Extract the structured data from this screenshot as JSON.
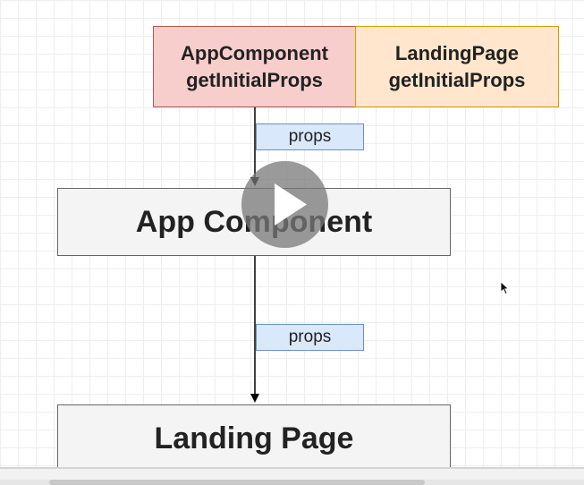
{
  "diagram": {
    "nodes": {
      "app_component_props": {
        "line1": "AppComponent",
        "line2": "getInitialProps"
      },
      "landing_page_props": {
        "line1": "LandingPage",
        "line2": "getInitialProps"
      },
      "app_component": "App Component",
      "landing_page": "Landing Page"
    },
    "edges": [
      {
        "from": "app_component_props",
        "to": "app_component",
        "label": "props"
      },
      {
        "from": "app_component",
        "to": "landing_page",
        "label": "props"
      }
    ]
  },
  "overlay": {
    "play_icon": "play-icon",
    "cursor_icon": "mouse-cursor-icon"
  },
  "colors": {
    "red_fill": "#f8cecc",
    "red_stroke": "#b85450",
    "orange_fill": "#ffe6cc",
    "orange_stroke": "#d79b00",
    "blue_fill": "#dae8fc",
    "blue_stroke": "#6c8ebf",
    "gray_fill": "#f5f4f5",
    "gray_stroke": "#666666"
  }
}
